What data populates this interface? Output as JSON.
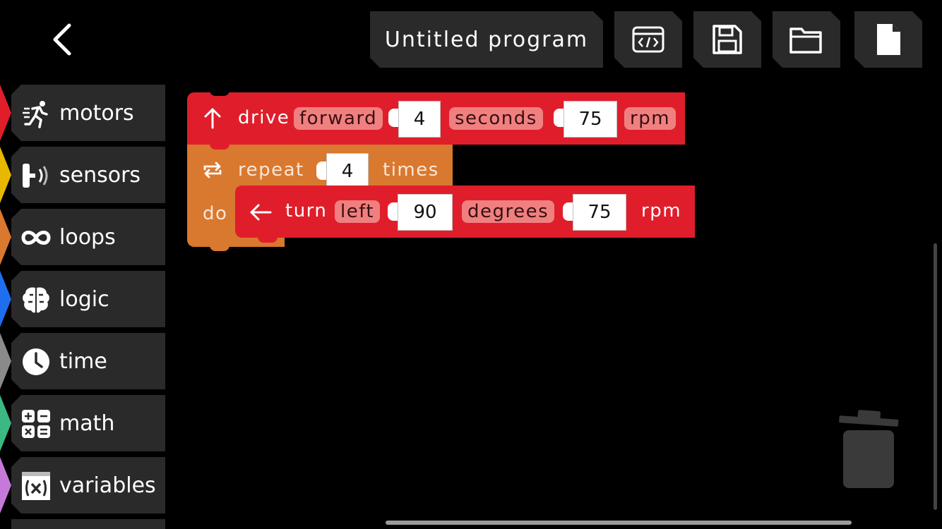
{
  "header": {
    "program_title": "Untitled program"
  },
  "categories": [
    {
      "label": "motors",
      "color": "#e01e2b"
    },
    {
      "label": "sensors",
      "color": "#e8b800"
    },
    {
      "label": "loops",
      "color": "#d9782f"
    },
    {
      "label": "logic",
      "color": "#1e6ff0"
    },
    {
      "label": "time",
      "color": "#8a8a8a"
    },
    {
      "label": "math",
      "color": "#3cb882"
    },
    {
      "label": "variables",
      "color": "#c57ad9"
    }
  ],
  "blocks": {
    "drive": {
      "label": "drive",
      "direction": "forward",
      "duration": "4",
      "unit": "seconds",
      "speed": "75",
      "speed_unit": "rpm"
    },
    "repeat": {
      "label": "repeat",
      "count": "4",
      "suffix": "times",
      "do": "do"
    },
    "turn": {
      "label": "turn",
      "direction": "left",
      "angle": "90",
      "unit": "degrees",
      "speed": "75",
      "speed_unit": "rpm"
    }
  },
  "colors": {
    "motor_block": "#e01e2b",
    "loop_block": "#d9782f",
    "pill": "#f08080",
    "panel": "#2a2a2a"
  }
}
